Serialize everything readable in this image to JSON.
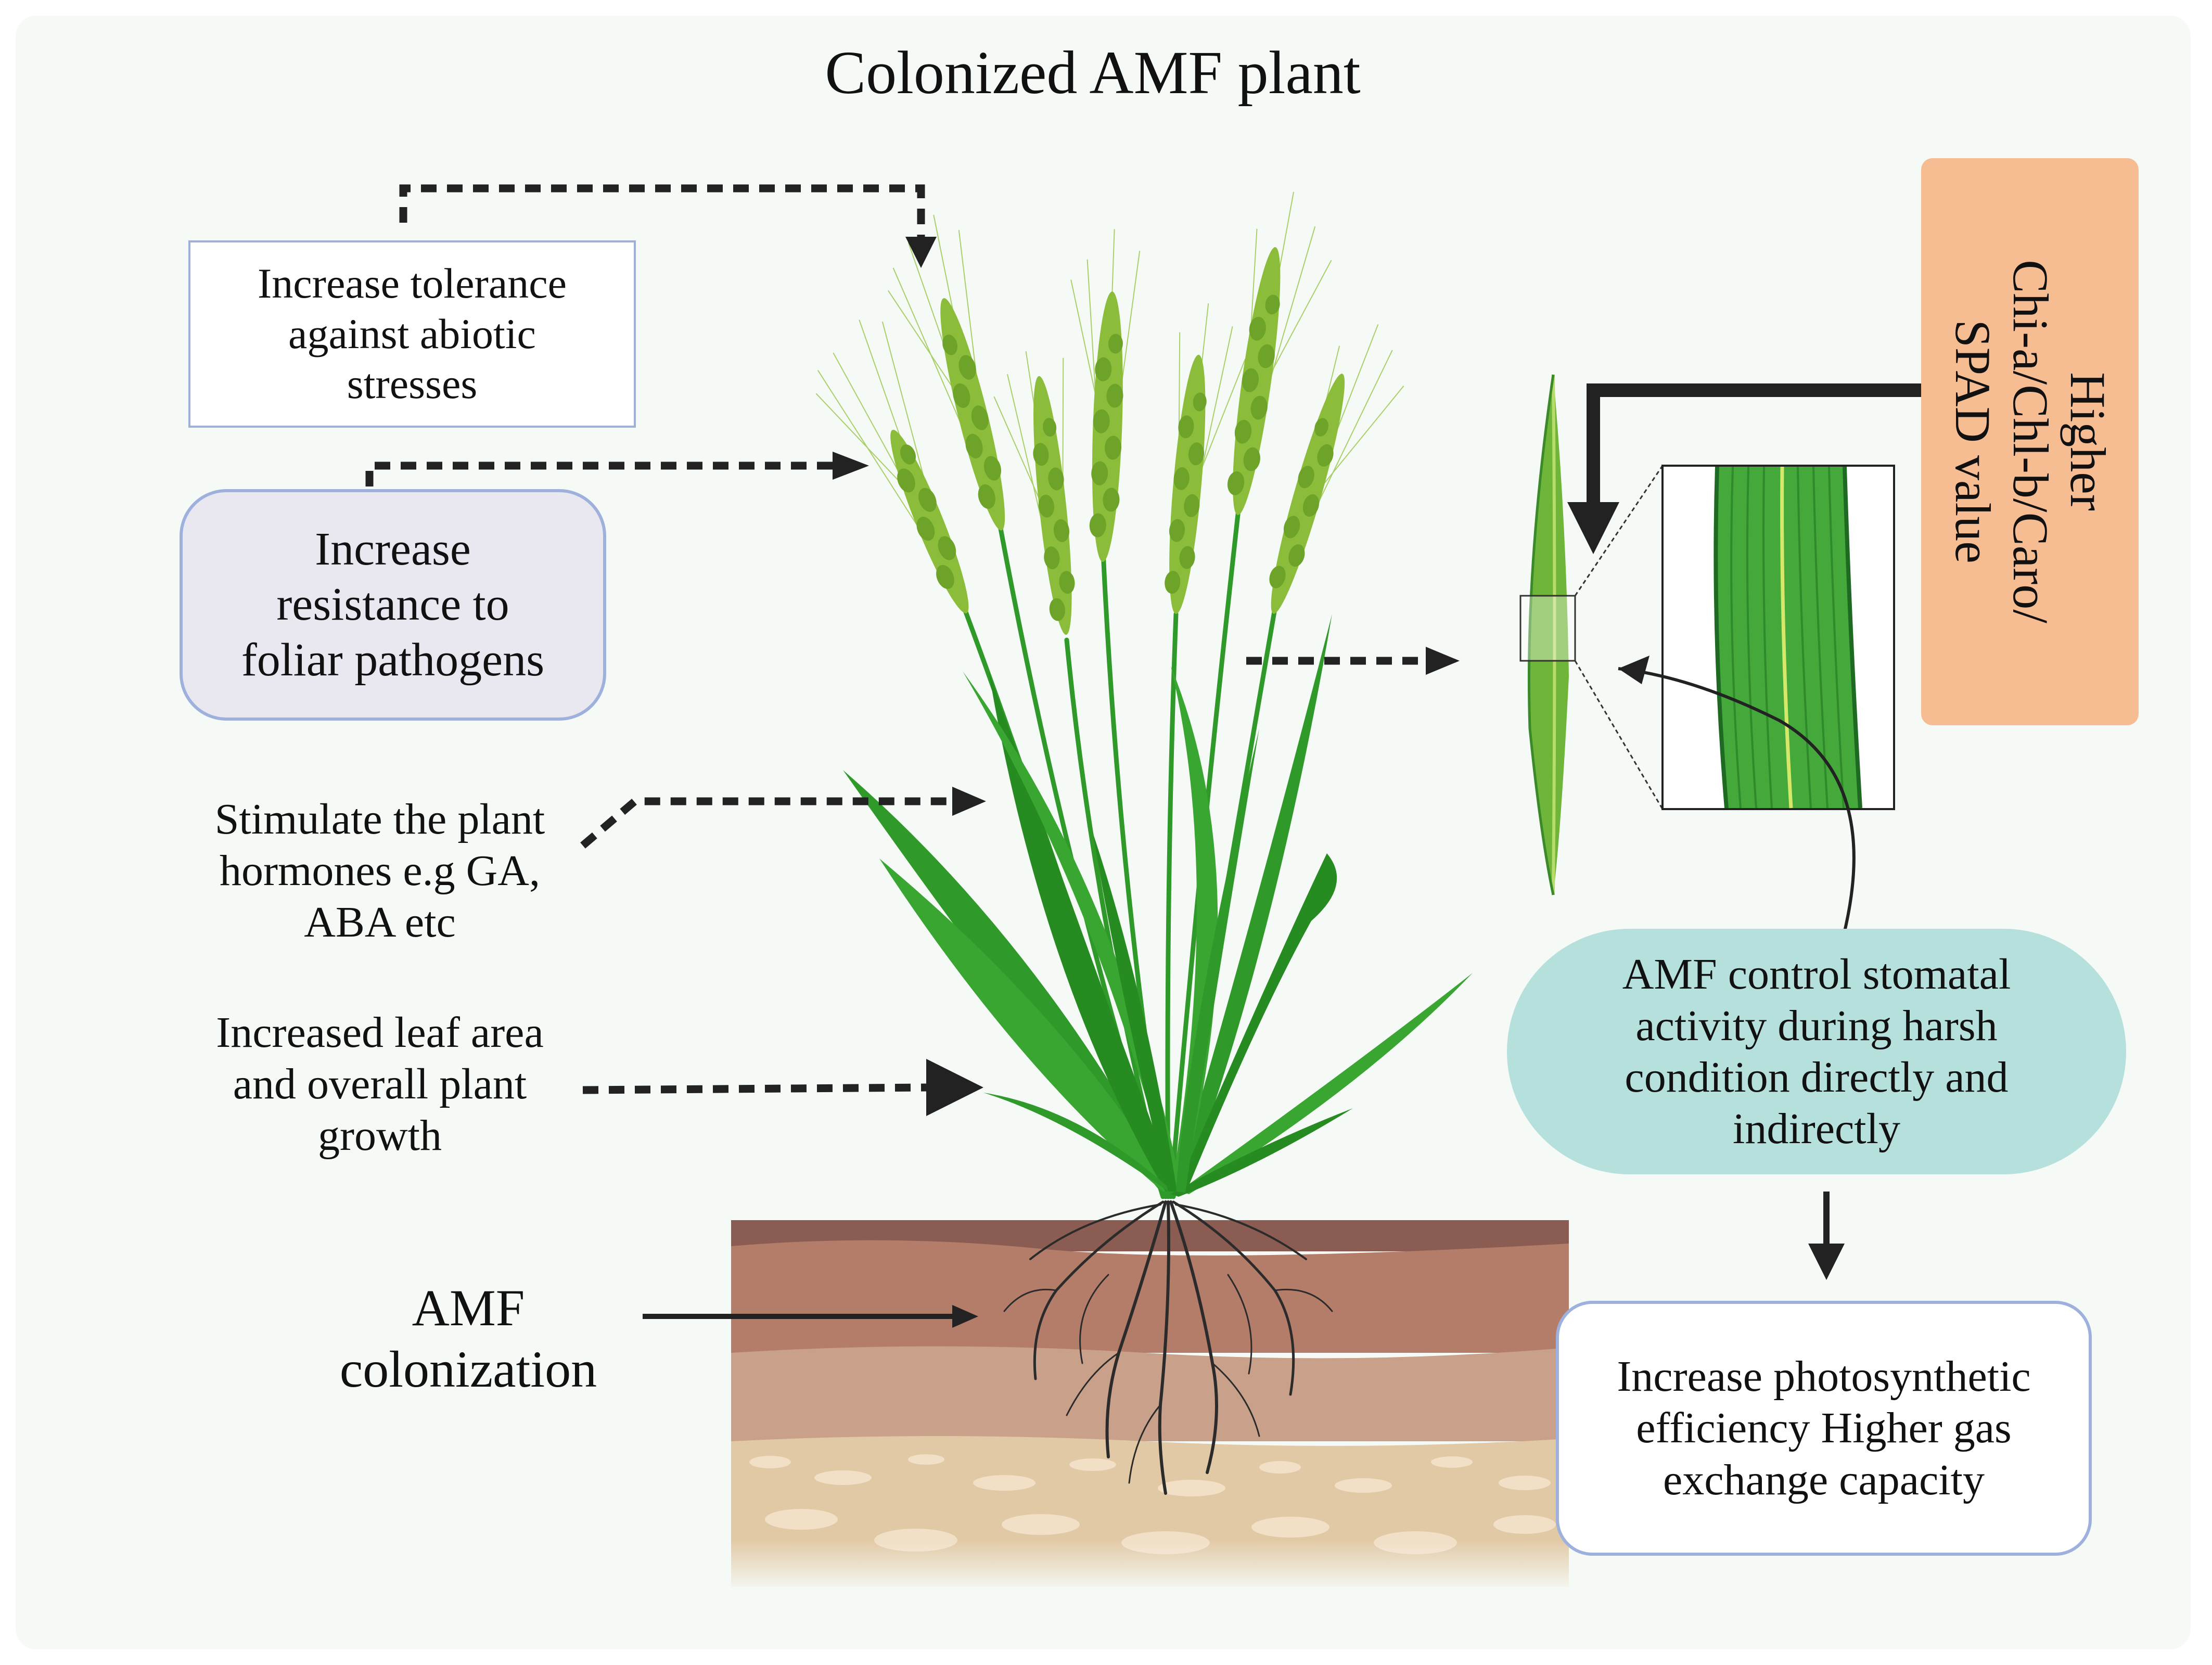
{
  "title": "Colonized AMF plant",
  "labels": {
    "tolerance": [
      "Increase tolerance",
      "against abiotic",
      "stresses"
    ],
    "resistance": [
      "Increase",
      "resistance to",
      "foliar pathogens"
    ],
    "hormones": [
      "Stimulate the plant",
      "hormones e.g GA,",
      "ABA etc"
    ],
    "leaf_area": [
      "Increased leaf area",
      "and overall plant",
      "growth"
    ],
    "colonization": [
      "AMF",
      "colonization"
    ],
    "chlorophyll": [
      "Higher",
      "Chi-a/Chl-b/Caro/",
      "SPAD value"
    ],
    "stomatal": [
      "AMF control stomatal",
      "activity during harsh",
      "condition directly and",
      "indirectly"
    ],
    "photosynthesis": [
      "Increase photosynthetic",
      "efficiency Higher gas",
      "exchange capacity"
    ]
  },
  "colors": {
    "soil_top": "#8a5c52",
    "soil_mid": "#b47d6a",
    "soil_low": "#c9a08a",
    "soil_sand": "#e2c9a6",
    "leaf_green": "#2f9a2a",
    "spike_green": "#8bbd3a",
    "chl_box": "#f6bd93",
    "stomatal_box": "#b5e0dc",
    "resistance_box": "#e9e8f0",
    "border_blue": "#9eb0dc",
    "arrow": "#222222"
  }
}
